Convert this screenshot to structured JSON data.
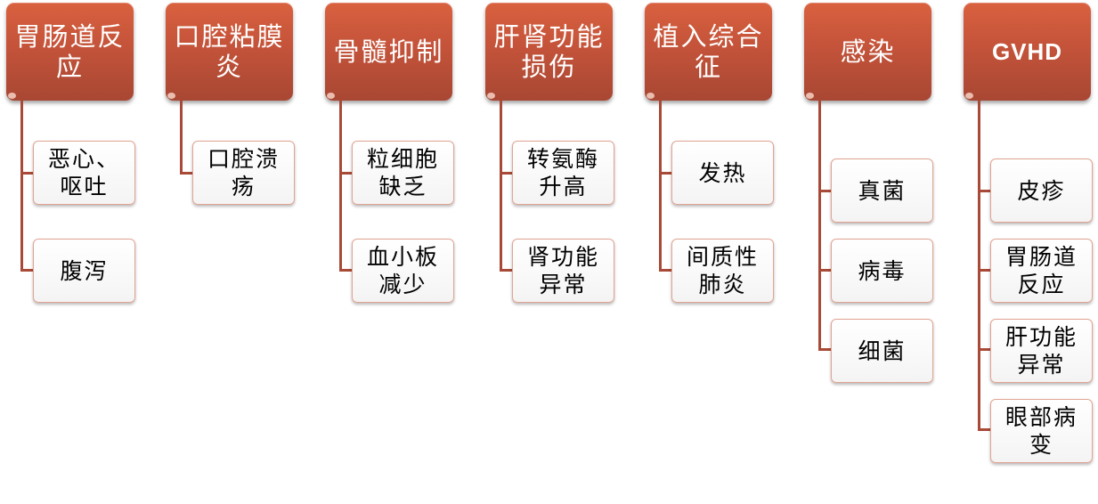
{
  "diagram": {
    "colors": {
      "parent_fill": "#c4533a",
      "parent_text": "#ffffff",
      "connector": "#a84a37",
      "child_fill": "#f7f7f7",
      "child_border": "#e2a493",
      "child_text": "#000000"
    },
    "columns": [
      {
        "title": "胃肠道反应",
        "children": [
          "恶心、呕吐",
          "腹泻"
        ]
      },
      {
        "title": "口腔粘膜炎",
        "children": [
          "口腔溃疡"
        ]
      },
      {
        "title": "骨髓抑制",
        "children": [
          "粒细胞缺乏",
          "血小板减少"
        ]
      },
      {
        "title": "肝肾功能损伤",
        "children": [
          "转氨酶升高",
          "肾功能异常"
        ]
      },
      {
        "title": "植入综合征",
        "children": [
          "发热",
          "间质性肺炎"
        ]
      },
      {
        "title": "感染",
        "children": [
          "真菌",
          "病毒",
          "细菌"
        ]
      },
      {
        "title": "GVHD",
        "children": [
          "皮疹",
          "胃肠道反应",
          "肝功能异常",
          "眼部病变"
        ]
      }
    ]
  }
}
